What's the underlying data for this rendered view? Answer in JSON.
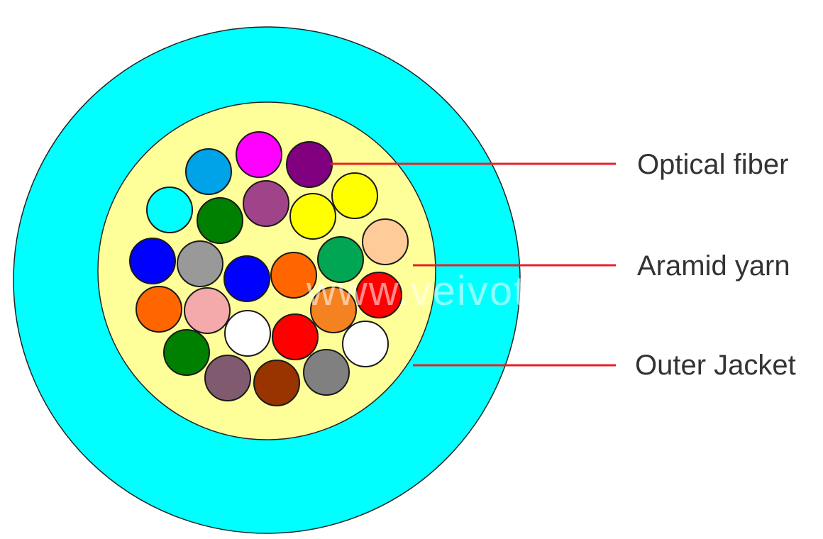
{
  "labels": {
    "optical_fiber": "Optical fiber",
    "aramid_yarn": "Aramid yarn",
    "outer_jacket": "Outer Jacket"
  },
  "watermark": "www.veivot.com",
  "colors": {
    "outer_jacket": "#00ffff",
    "aramid_yarn": "#ffff99",
    "leader_line": "#e8202a",
    "fibers": [
      "#ff00ff",
      "#800080",
      "#00a2e8",
      "#ffff00",
      "#00ffff",
      "#a0448a",
      "#008000",
      "#ffff00",
      "#ffcc99",
      "#0000ff",
      "#999999",
      "#0000ff",
      "#ff6600",
      "#00a651",
      "#ff6600",
      "#f4aaaa",
      "#ffffff",
      "#ff0000",
      "#f58220",
      "#ff0000",
      "#008000",
      "#ffffff",
      "#805a6e",
      "#993300",
      "#808080"
    ]
  }
}
